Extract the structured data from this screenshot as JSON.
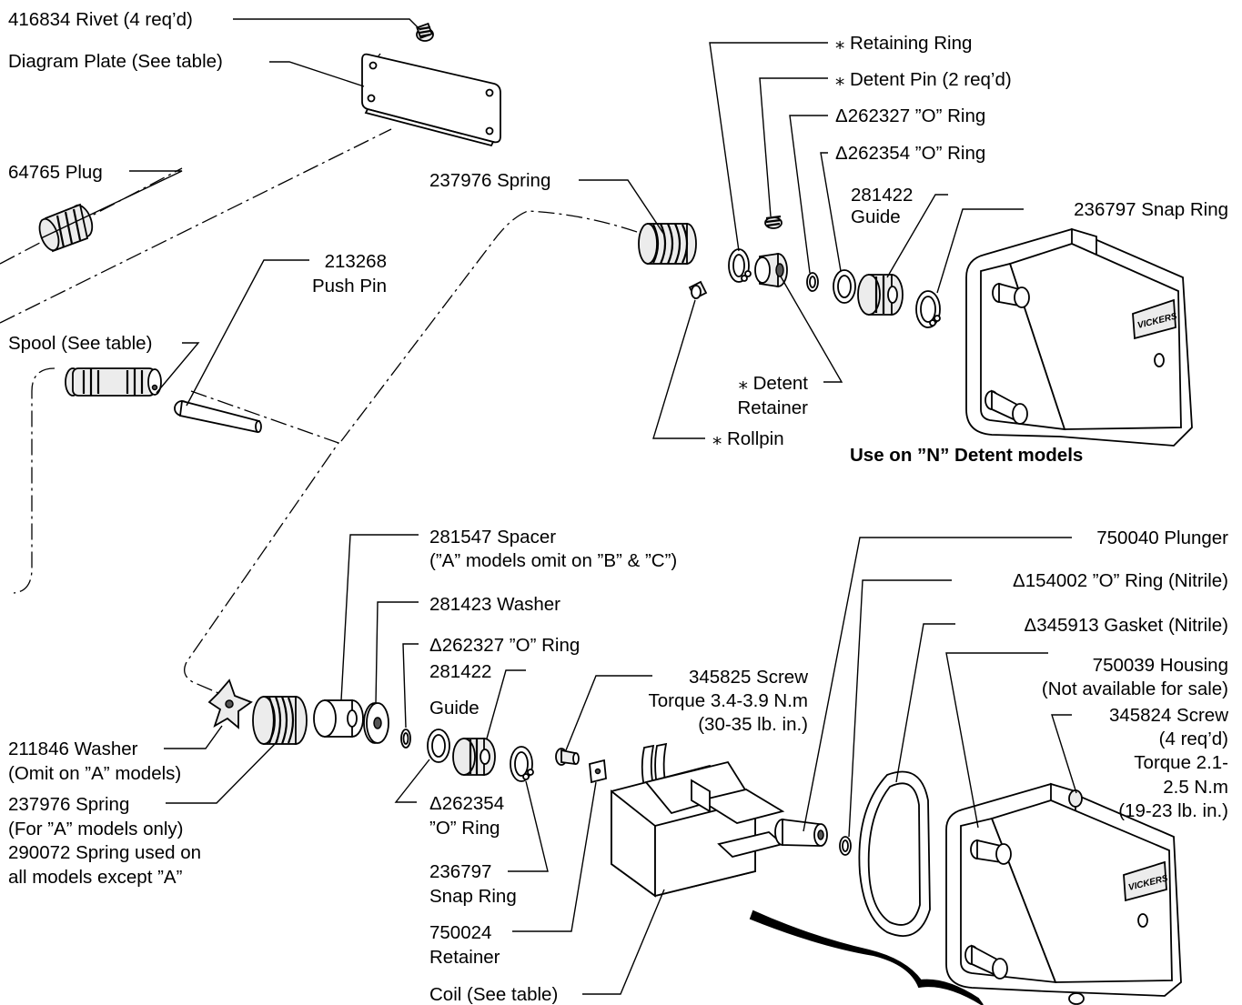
{
  "labels": {
    "rivet": "416834 Rivet (4 req’d)",
    "diagram_plate": "Diagram Plate (See table)",
    "plug": "64765 Plug",
    "push_pin_num": "213268",
    "push_pin": "Push Pin",
    "spool": "Spool (See table)",
    "spring_top": "237976 Spring",
    "retaining_ring": "⁎ Retaining Ring",
    "detent_pin": "⁎ Detent Pin (2 req’d)",
    "o_ring_262327_top": "Δ262327 ”O” Ring",
    "o_ring_262354_top": "Δ262354 ”O” Ring",
    "guide_top_num": "281422",
    "guide_top": "Guide",
    "snap_ring_top": "236797 Snap Ring",
    "detent_retainer_1": "⁎ Detent",
    "detent_retainer_2": "Retainer",
    "rollpin": "⁎ Rollpin",
    "n_detent_note": "Use on ”N” Detent models",
    "spacer": "281547 Spacer",
    "spacer_note": "(”A” models omit on ”B” & ”C”)",
    "washer_281423": "281423 Washer",
    "o_ring_262327_bottom": "Δ262327 ”O” Ring",
    "guide_bottom_num": "281422",
    "guide_bottom": "Guide",
    "screw_345825": "345825 Screw",
    "screw_345825_torque": "Torque 3.4-3.9 N.m",
    "screw_345825_torque_lb": "(30-35 lb. in.)",
    "washer_211846": "211846 Washer",
    "washer_211846_note": "(Omit on ”A” models)",
    "spring_bottom": "237976 Spring",
    "spring_bottom_note1": "(For ”A” models only)",
    "spring_bottom_note2": "290072 Spring used on",
    "spring_bottom_note3": "all models except ”A”",
    "o_ring_262354_bottom_num": "Δ262354",
    "o_ring_262354_bottom": "”O” Ring",
    "snap_ring_bottom_num": "236797",
    "snap_ring_bottom": "Snap Ring",
    "retainer_num": "750024",
    "retainer": "Retainer",
    "coil": "Coil (See table)",
    "plunger": "750040 Plunger",
    "o_ring_154002": "Δ154002 ”O” Ring (Nitrile)",
    "gasket": "Δ345913 Gasket (Nitrile)",
    "housing": "750039 Housing",
    "housing_note": "(Not available for sale)",
    "screw_345824": "345824 Screw",
    "screw_345824_qty": "(4 req’d)",
    "screw_345824_torque1": "Torque 2.1-",
    "screw_345824_torque2": "2.5 N.m",
    "screw_345824_torque3": "(19-23 lb. in.)",
    "brand": "VICKERS"
  }
}
